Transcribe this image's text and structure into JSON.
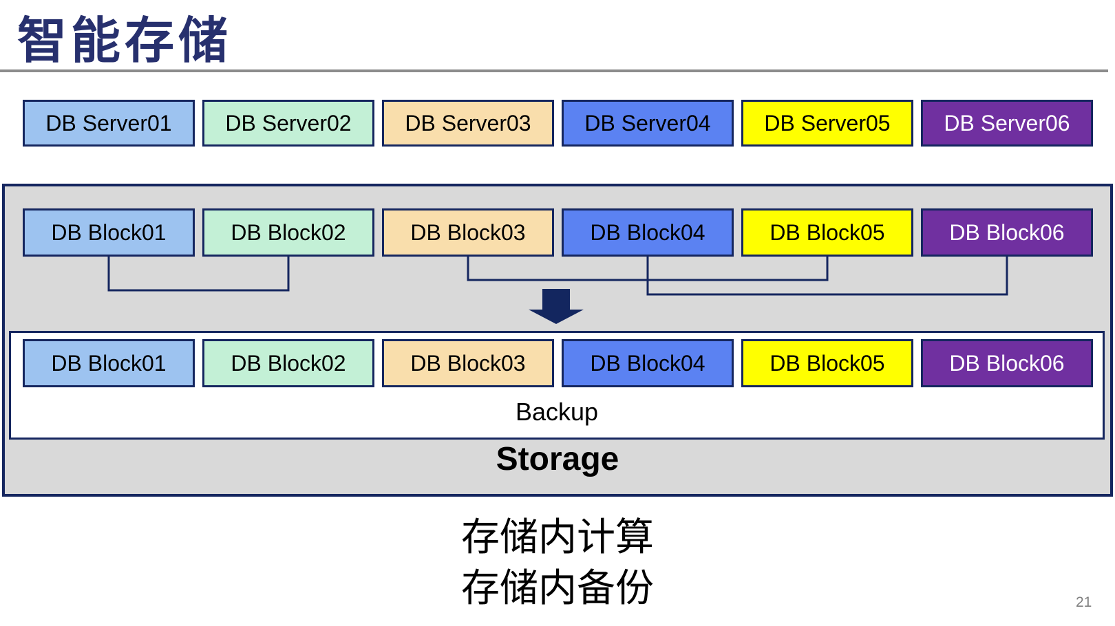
{
  "slide": {
    "title": "智能存储",
    "page_number": "21"
  },
  "server_row": [
    {
      "label": "DB Server01",
      "fill": "#9DC3F0",
      "text_color": "#000000"
    },
    {
      "label": "DB Server02",
      "fill": "#C3F0D6",
      "text_color": "#000000"
    },
    {
      "label": "DB Server03",
      "fill": "#F9DEAC",
      "text_color": "#000000"
    },
    {
      "label": "DB Server04",
      "fill": "#5B82F2",
      "text_color": "#000000"
    },
    {
      "label": "DB Server05",
      "fill": "#FFFF00",
      "text_color": "#000000"
    },
    {
      "label": "DB Server06",
      "fill": "#7030A0",
      "text_color": "#FFFFFF"
    }
  ],
  "storage_container": {
    "label": "Storage",
    "blocks_top": [
      {
        "label": "DB Block01",
        "fill": "#9DC3F0",
        "text_color": "#000000"
      },
      {
        "label": "DB Block02",
        "fill": "#C3F0D6",
        "text_color": "#000000"
      },
      {
        "label": "DB Block03",
        "fill": "#F9DEAC",
        "text_color": "#000000"
      },
      {
        "label": "DB Block04",
        "fill": "#5B82F2",
        "text_color": "#000000"
      },
      {
        "label": "DB Block05",
        "fill": "#FFFF00",
        "text_color": "#000000"
      },
      {
        "label": "DB Block06",
        "fill": "#7030A0",
        "text_color": "#FFFFFF"
      }
    ],
    "backup_box": {
      "label": "Backup",
      "blocks": [
        {
          "label": "DB Block01",
          "fill": "#9DC3F0",
          "text_color": "#000000"
        },
        {
          "label": "DB Block02",
          "fill": "#C3F0D6",
          "text_color": "#000000"
        },
        {
          "label": "DB Block03",
          "fill": "#F9DEAC",
          "text_color": "#000000"
        },
        {
          "label": "DB Block04",
          "fill": "#5B82F2",
          "text_color": "#000000"
        },
        {
          "label": "DB Block05",
          "fill": "#FFFF00",
          "text_color": "#000000"
        },
        {
          "label": "DB Block06",
          "fill": "#7030A0",
          "text_color": "#FFFFFF"
        }
      ]
    },
    "connectors": [
      {
        "from": "DB Block01",
        "to": "DB Block02"
      },
      {
        "from": "DB Block03",
        "to": "DB Block05"
      },
      {
        "from": "DB Block04",
        "to": "DB Block06"
      }
    ]
  },
  "captions": {
    "line1": "存储内计算",
    "line2": "存储内备份"
  },
  "colors": {
    "title": "#27306E",
    "border": "#15265F",
    "container_fill": "#D9D9D9",
    "arrow": "#13265F",
    "rule": "#8C8C8C",
    "page_number": "#808080"
  }
}
